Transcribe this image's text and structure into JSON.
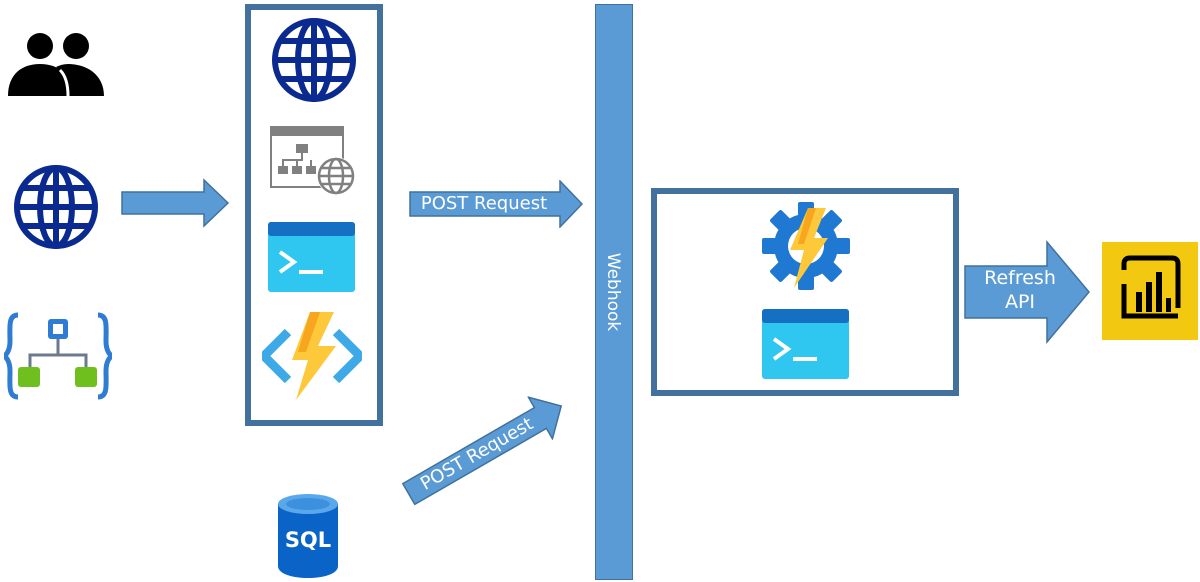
{
  "arrows": {
    "post_request_top": "POST Request",
    "post_request_bottom": "POST Request",
    "refresh_line1": "Refresh",
    "refresh_line2": "API"
  },
  "webhook": {
    "label": "Webhook"
  },
  "sql": {
    "label": "SQL"
  },
  "icons": {
    "sources": [
      "users-icon",
      "globe-icon",
      "logic-app-icon"
    ],
    "callers": [
      "globe-icon",
      "web-app-icon",
      "powershell-icon",
      "azure-function-icon"
    ],
    "targets": [
      "automation-icon",
      "powershell-icon"
    ],
    "destination": "power-bi-icon",
    "database": "sql-database-icon"
  },
  "colors": {
    "arrow_fill": "#5b9bd5",
    "arrow_stroke": "#41719c",
    "box_border": "#41719c",
    "globe": "#0b2a8f",
    "powershell": "#2fc6f0",
    "bolt": "#fdc93a",
    "powerbi": "#f2c811",
    "sql": "#0a64c8"
  }
}
